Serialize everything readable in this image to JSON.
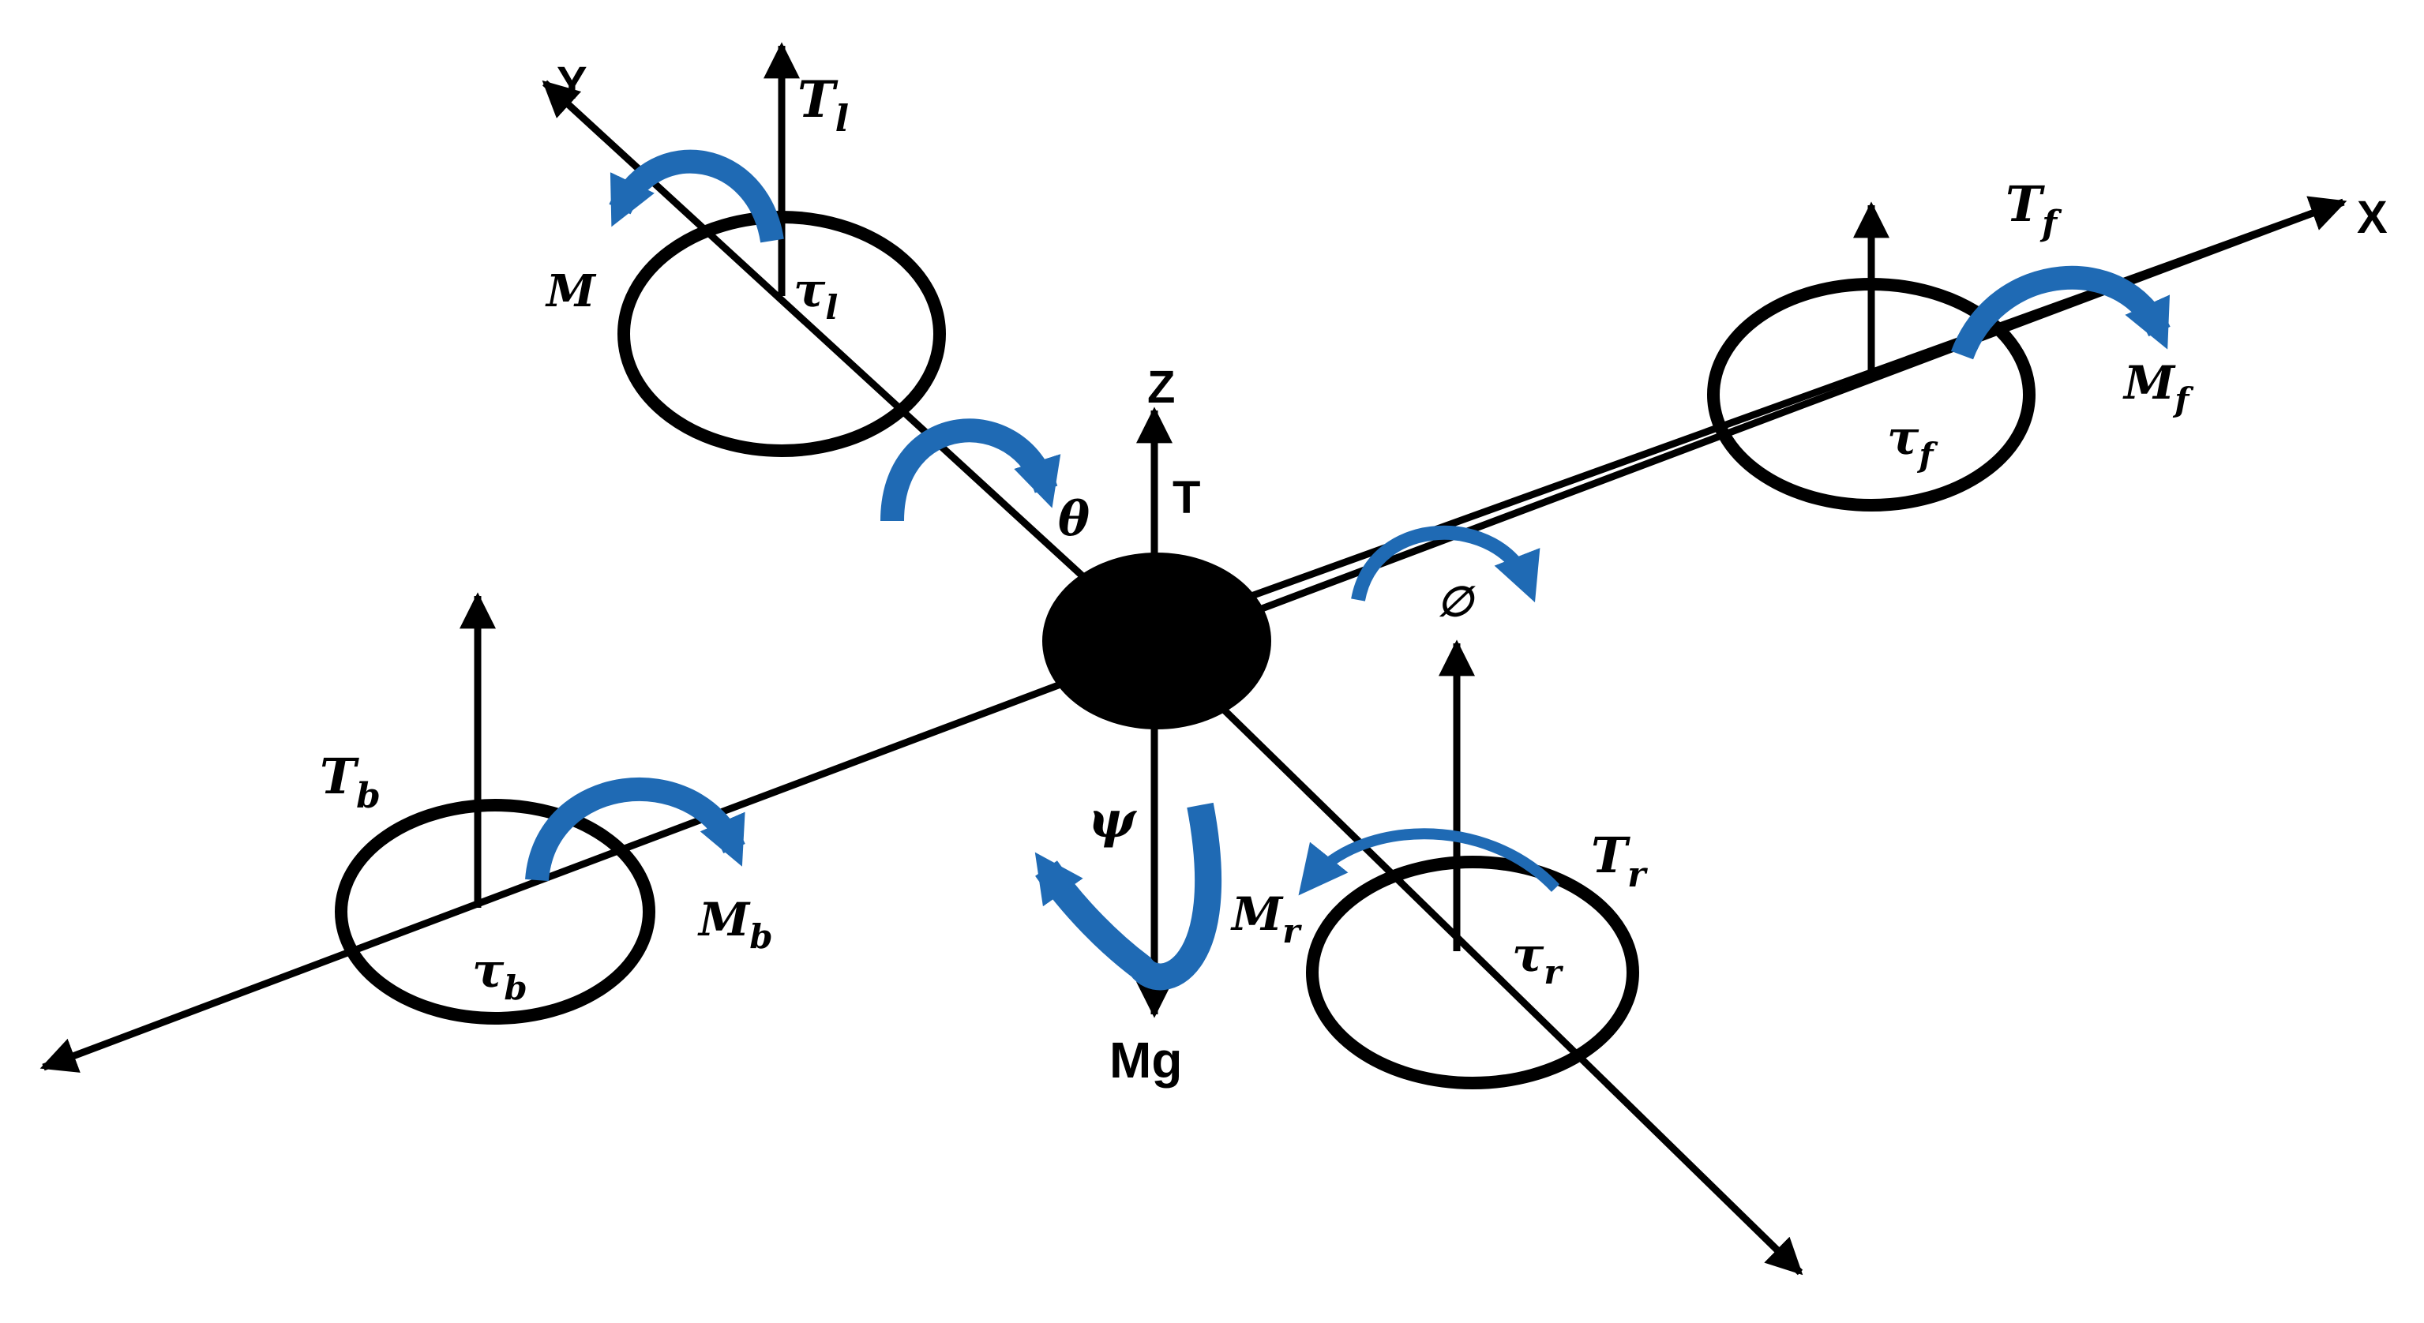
{
  "colors": {
    "ink": "#000000",
    "moment_blue": "#1f6ab4",
    "background": "#ffffff"
  },
  "axes": {
    "x_label": "X",
    "y_label": "Y",
    "z_label": "Z"
  },
  "body_forces": {
    "thrust_label": "T",
    "weight_label": "Mg"
  },
  "angles": {
    "pitch": "θ",
    "roll": "∅",
    "yaw": "ψ"
  },
  "rotors": {
    "left": {
      "thrust": "T",
      "thrust_sub": "l",
      "moment": "M",
      "moment_sub": "",
      "torque": "τ",
      "torque_sub": "l"
    },
    "front": {
      "thrust": "T",
      "thrust_sub": "f",
      "moment": "M",
      "moment_sub": "f",
      "torque": "τ",
      "torque_sub": "f"
    },
    "back": {
      "thrust": "T",
      "thrust_sub": "b",
      "moment": "M",
      "moment_sub": "b",
      "torque": "τ",
      "torque_sub": "b"
    },
    "right": {
      "thrust": "T",
      "thrust_sub": "r",
      "moment": "M",
      "moment_sub": "r",
      "torque": "τ",
      "torque_sub": "r"
    }
  }
}
